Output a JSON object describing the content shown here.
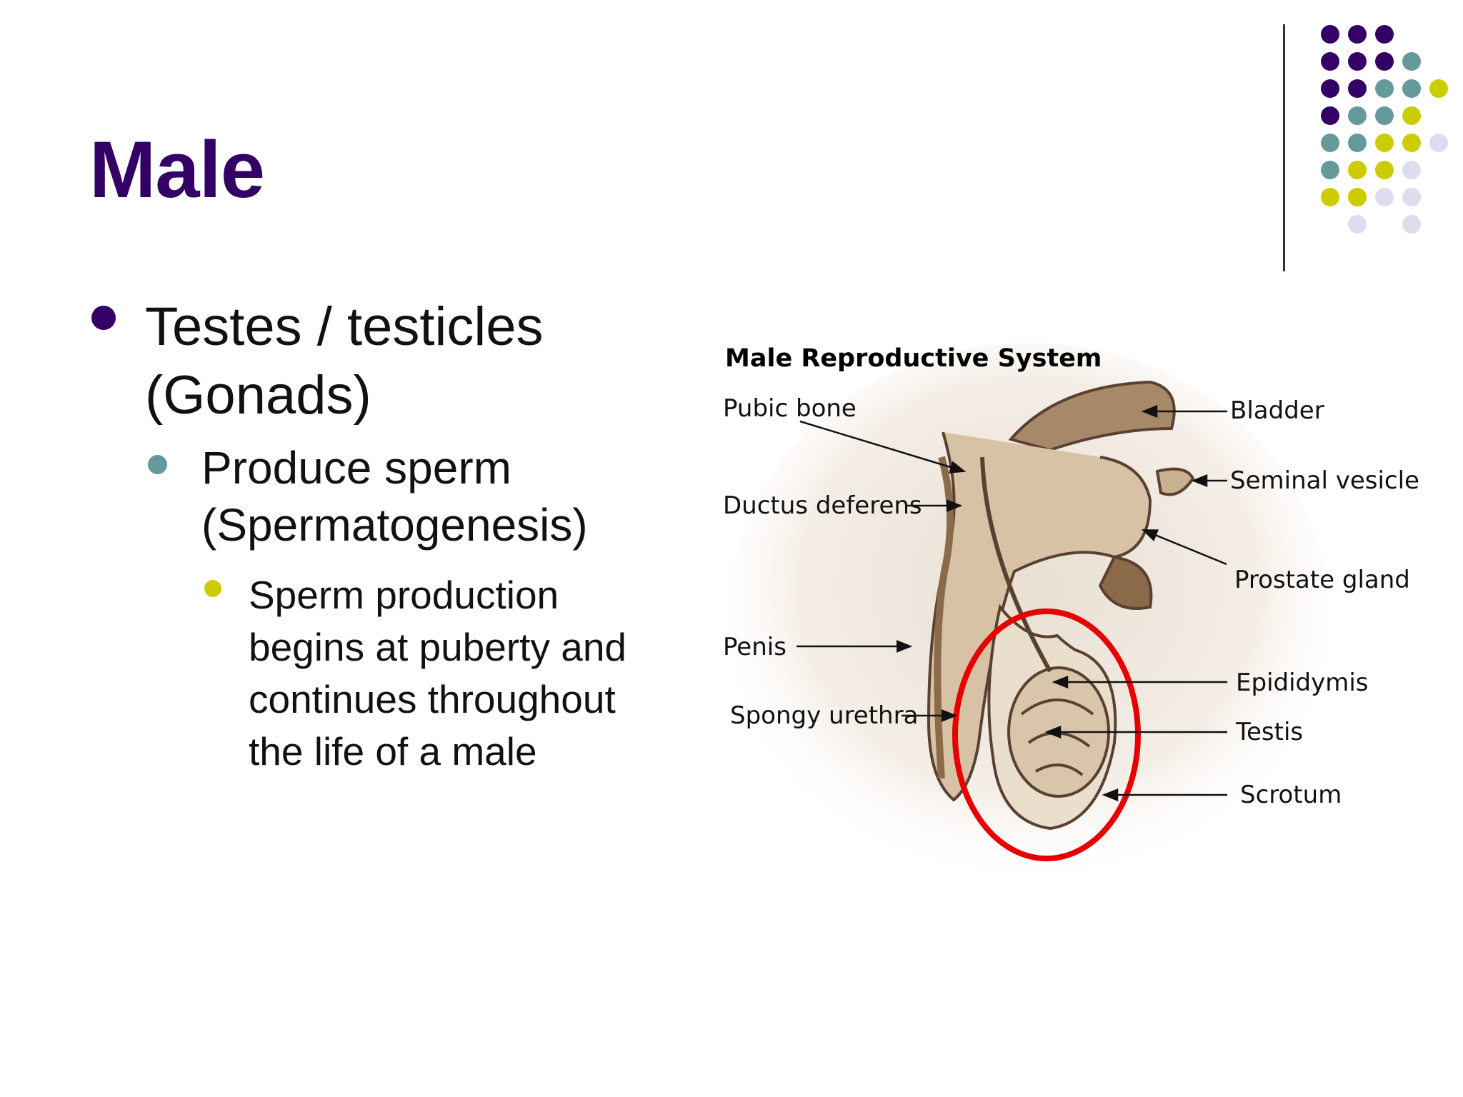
{
  "slide": {
    "title": "Male",
    "title_color": "#330066",
    "bullets": [
      {
        "level": 1,
        "text": "Testes / testicles (Gonads)",
        "bullet_color": "#330066"
      },
      {
        "level": 2,
        "text": "Produce sperm (Spermatogenesis)",
        "bullet_color": "#669999"
      },
      {
        "level": 3,
        "text": "Sperm production begins at puberty and continues throughout the life of a male",
        "bullet_color": "#CCCC00"
      }
    ]
  },
  "diagram": {
    "title": "Male Reproductive System",
    "labels": {
      "pubic_bone": "Pubic bone",
      "ductus_deferens": "Ductus deferens",
      "penis": "Penis",
      "spongy_urethra": "Spongy urethra",
      "bladder": "Bladder",
      "seminal_vesicle": "Seminal vesicle",
      "prostate_gland": "Prostate gland",
      "epididymis": "Epididymis",
      "testis": "Testis",
      "scrotum": "Scrotum"
    },
    "highlight_color": "#E60000",
    "tissue_color": "#8B6A4A"
  },
  "decoration": {
    "colors": {
      "purple": "#330066",
      "teal": "#669999",
      "olive": "#CCCC00",
      "lavender": "#DDDDEE",
      "divider": "#333333"
    },
    "dot_rows": [
      [
        "purple",
        "purple",
        "purple"
      ],
      [
        "purple",
        "purple",
        "purple",
        "teal"
      ],
      [
        "purple",
        "purple",
        "teal",
        "teal",
        "olive"
      ],
      [
        "purple",
        "teal",
        "teal",
        "olive"
      ],
      [
        "teal",
        "teal",
        "olive",
        "olive",
        "lavender"
      ],
      [
        "teal",
        "olive",
        "olive",
        "lavender"
      ],
      [
        "olive",
        "olive",
        "lavender",
        "lavender"
      ],
      [
        "lavender",
        "lavender"
      ]
    ]
  }
}
